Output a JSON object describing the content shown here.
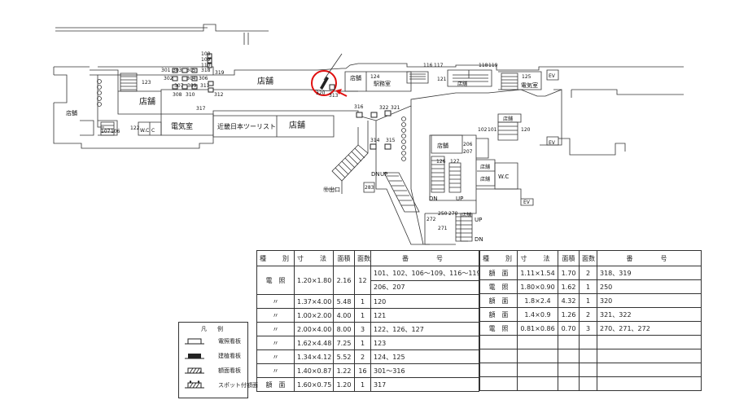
{
  "map": {
    "shop": "店舗",
    "electric_room": "電気室",
    "wc": "W.C",
    "station_office": "駅務室",
    "kintetsu_tourist": "近畿日本ツーリスト",
    "exit": "⑫出口",
    "ev": "EV",
    "up": "UP",
    "dn": "DN",
    "sign_numbers": {
      "n108": "108",
      "n109": "109",
      "n110": "110",
      "n319": "319",
      "n318": "318",
      "n301": "301",
      "n303": "303",
      "n305": "305",
      "n302": "302",
      "n304": "304",
      "n306": "306",
      "n307": "307",
      "n309": "309",
      "n311": "311",
      "n308": "308",
      "n310": "310",
      "n312": "312",
      "n123": "123",
      "n317": "317",
      "n107": "107",
      "n106": "106",
      "n122": "122",
      "n320": "320",
      "n313": "313",
      "n124": "124",
      "n116": "116",
      "n117": "117",
      "n118": "118",
      "n119": "119",
      "n121": "121",
      "n125": "125",
      "n316": "316",
      "n322": "322",
      "n321": "321",
      "n314": "314",
      "n315": "315",
      "n283": "283",
      "n102": "102",
      "n101": "101",
      "n120": "120",
      "n206": "206",
      "n207": "207",
      "n126": "126",
      "n127": "127",
      "n250": "250",
      "n270": "270",
      "n272": "272",
      "n271": "271"
    }
  },
  "colors": {
    "highlight": "#e01010",
    "line": "#333333"
  },
  "table_headers": {
    "kind": "種　別",
    "size": "寸　法",
    "area": "面積",
    "count": "面数",
    "number": "番　　号"
  },
  "table_left": [
    {
      "kind": "電　照",
      "size": "1.20×1.80",
      "area": "2.16",
      "count": "12",
      "numbers": "101、102、106〜109、116〜119",
      "numbers2": "206、207"
    },
    {
      "kind": "〃",
      "size": "1.37×4.00",
      "area": "5.48",
      "count": "1",
      "numbers": "120"
    },
    {
      "kind": "〃",
      "size": "1.00×2.00",
      "area": "4.00",
      "count": "1",
      "numbers": "121"
    },
    {
      "kind": "〃",
      "size": "2.00×4.00",
      "area": "8.00",
      "count": "3",
      "numbers": "122、126、127"
    },
    {
      "kind": "〃",
      "size": "1.62×4.48",
      "area": "7.25",
      "count": "1",
      "numbers": "123"
    },
    {
      "kind": "〃",
      "size": "1.34×4.12",
      "area": "5.52",
      "count": "2",
      "numbers": "124、125"
    },
    {
      "kind": "〃",
      "size": "1.40×0.87",
      "area": "1.22",
      "count": "16",
      "numbers": "301〜316"
    },
    {
      "kind": "額　面",
      "size": "1.60×0.75",
      "area": "1.20",
      "count": "1",
      "numbers": "317"
    }
  ],
  "table_right": [
    {
      "kind": "額　面",
      "size": "1.11×1.54",
      "area": "1.70",
      "count": "2",
      "numbers": "318、319"
    },
    {
      "kind": "電　照",
      "size": "1.80×0.90",
      "area": "1.62",
      "count": "1",
      "numbers": "250"
    },
    {
      "kind": "額　面",
      "size": "1.8×2.4",
      "area": "4.32",
      "count": "1",
      "numbers": "320"
    },
    {
      "kind": "額　面",
      "size": "1.4×0.9",
      "area": "1.26",
      "count": "2",
      "numbers": "321、322"
    },
    {
      "kind": "電　照",
      "size": "0.81×0.86",
      "area": "0.70",
      "count": "3",
      "numbers": "270、271、272"
    },
    {
      "kind": "",
      "size": "",
      "area": "",
      "count": "",
      "numbers": ""
    },
    {
      "kind": "",
      "size": "",
      "area": "",
      "count": "",
      "numbers": ""
    },
    {
      "kind": "",
      "size": "",
      "area": "",
      "count": "",
      "numbers": ""
    },
    {
      "kind": "",
      "size": "",
      "area": "",
      "count": "",
      "numbers": ""
    }
  ],
  "legend": {
    "title": "凡　例",
    "items": [
      "電照看板",
      "建植看板",
      "額面看板",
      "スポット付額面"
    ]
  }
}
